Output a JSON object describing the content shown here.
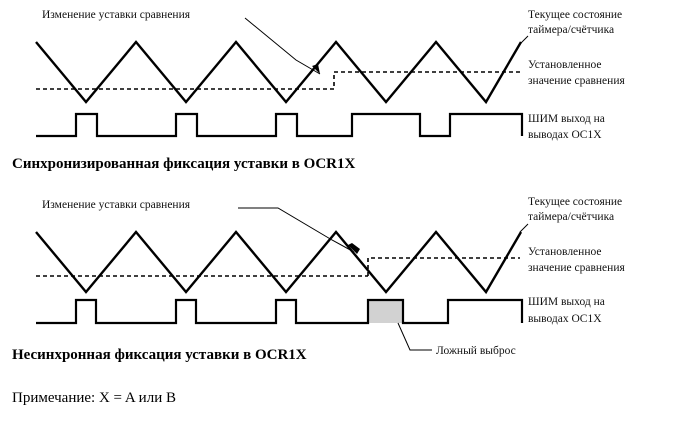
{
  "diagram1": {
    "change_label": "Изменение уставки сравнения",
    "counter_label_1": "Текущее состояние",
    "counter_label_2": "таймера/счётчика",
    "compare_label_1": "Установленное",
    "compare_label_2": "значение сравнения",
    "pwm_label_1": "ШИМ выход на",
    "pwm_label_2": "выводах OC1X",
    "caption": "Синхронизированная фиксация уставки в OCR1X"
  },
  "diagram2": {
    "change_label": "Изменение уставки сравнения",
    "counter_label_1": "Текущее состояние",
    "counter_label_2": "таймера/счётчика",
    "compare_label_1": "Установленное",
    "compare_label_2": "значение сравнения",
    "pwm_label_1": "ШИМ выход на",
    "pwm_label_2": "выводах OC1X",
    "glitch_label": "Ложный выброс",
    "caption": "Несинхронная фиксация уставки в OCR1X"
  },
  "note": "Примечание: X = A или B"
}
